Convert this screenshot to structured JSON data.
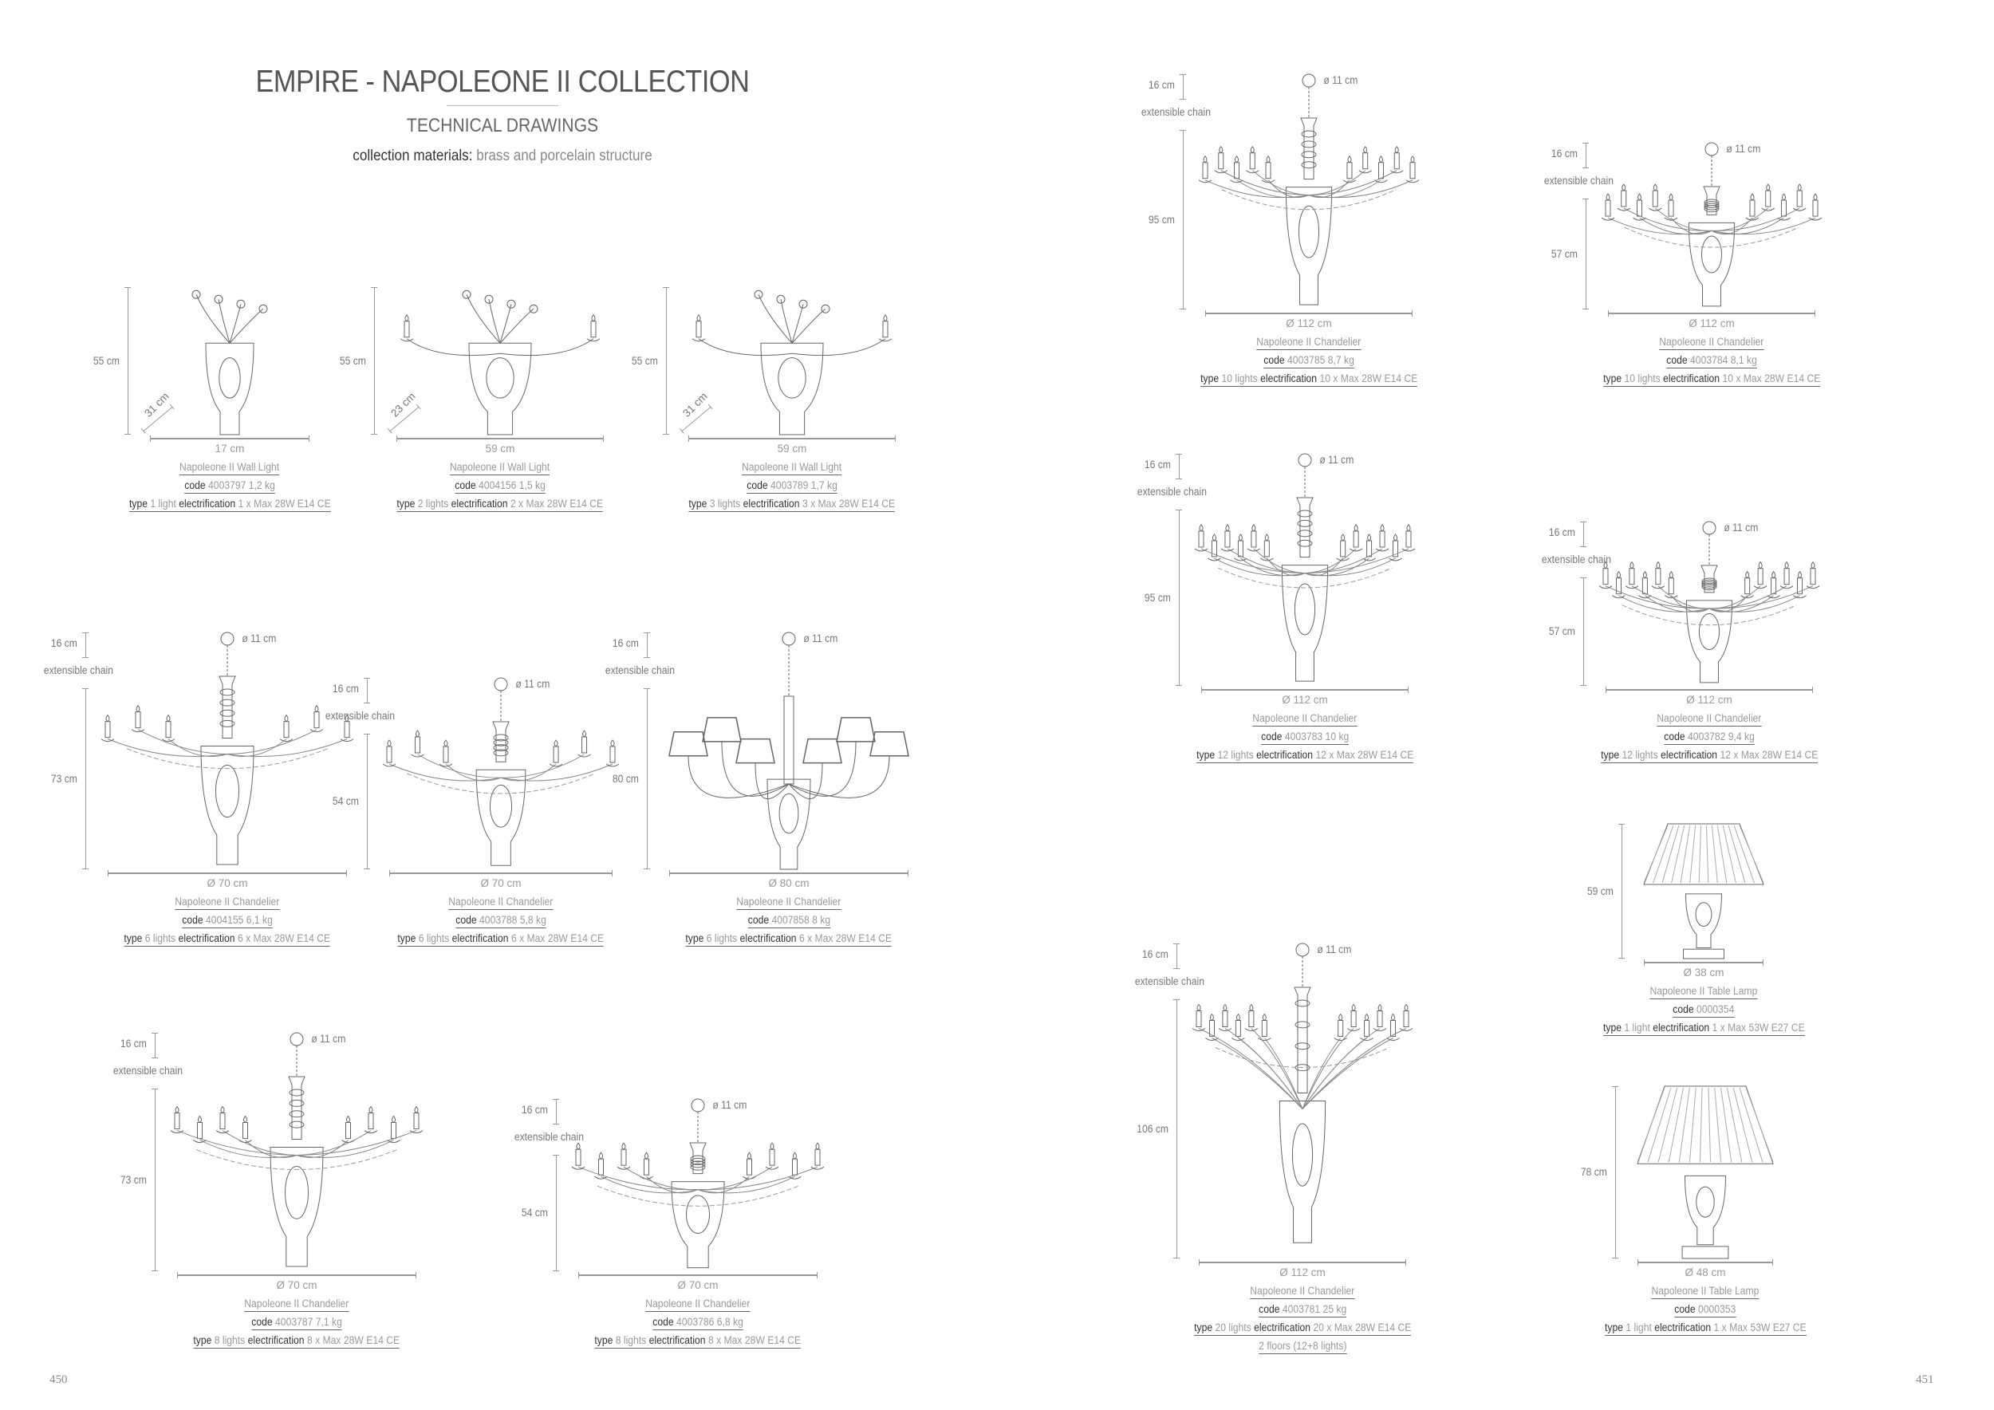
{
  "title": "EMPIRE - NAPOLEONE II COLLECTION",
  "subtitle": "TECHNICAL DRAWINGS",
  "materials": {
    "label": "collection materials:",
    "value": "brass and porcelain structure"
  },
  "labels": {
    "code": "code",
    "type": "type",
    "electrification": "electrification",
    "extensible_chain": "extensible chain"
  },
  "page_numbers": [
    "450",
    "451"
  ],
  "products": [
    {
      "name": "Napoleone II Wall Light",
      "code": "4003797",
      "weight": "1,2 kg",
      "type": "1 light",
      "electrification": "1 x Max 28W E14 CE",
      "height": "55 cm",
      "width": "17 cm",
      "depth": "31 cm"
    },
    {
      "name": "Napoleone II Wall Light",
      "code": "4004156",
      "weight": "1,5 kg",
      "type": "2 lights",
      "electrification": "2 x Max 28W E14 CE",
      "height": "55 cm",
      "width": "59 cm",
      "depth": "23 cm"
    },
    {
      "name": "Napoleone II Wall Light",
      "code": "4003789",
      "weight": "1,7 kg",
      "type": "3 lights",
      "electrification": "3 x Max 28W E14 CE",
      "height": "55 cm",
      "width": "59 cm",
      "depth": "31 cm"
    },
    {
      "name": "Napoleone II Chandelier",
      "code": "4004155",
      "weight": "6,1 kg",
      "type": "6 lights",
      "electrification": "6 x Max 28W E14 CE",
      "chain": "16 cm",
      "rose": "ø 11 cm",
      "height": "73 cm",
      "width": "Ø 70 cm"
    },
    {
      "name": "Napoleone II Chandelier",
      "code": "4003788",
      "weight": "5,8 kg",
      "type": "6 lights",
      "electrification": "6 x Max 28W E14 CE",
      "chain": "16 cm",
      "rose": "ø 11 cm",
      "height": "54 cm",
      "width": "Ø 70 cm"
    },
    {
      "name": "Napoleone II Chandelier",
      "code": "4007858",
      "weight": " 8 kg",
      "type": "6 lights",
      "electrification": "6 x Max 28W E14 CE",
      "chain": "16 cm",
      "rose": "ø 11 cm",
      "height": "80 cm",
      "width": "Ø 80 cm"
    },
    {
      "name": "Napoleone II Chandelier",
      "code": "4003787",
      "weight": "7,1 kg",
      "type": "8 lights",
      "electrification": "8 x Max 28W E14 CE",
      "chain": "16 cm",
      "rose": "ø 11 cm",
      "height": "73 cm",
      "width": "Ø 70 cm"
    },
    {
      "name": "Napoleone II Chandelier",
      "code": "4003786",
      "weight": "6,8 kg",
      "type": "8 lights",
      "electrification": "8 x Max 28W E14 CE",
      "chain": "16 cm",
      "rose": "ø 11 cm",
      "height": "54 cm",
      "width": "Ø 70 cm"
    },
    {
      "name": "Napoleone II Chandelier",
      "code": "4003785",
      "weight": "8,7 kg",
      "type": "10 lights",
      "electrification": "10 x Max 28W E14 CE",
      "chain": "16 cm",
      "rose": "ø 11 cm",
      "height": "95 cm",
      "width": "Ø 112 cm"
    },
    {
      "name": "Napoleone II Chandelier",
      "code": "4003784",
      "weight": "8,1 kg",
      "type": "10 lights",
      "electrification": "10 x Max 28W E14 CE",
      "chain": "16 cm",
      "rose": "ø 11 cm",
      "height": "57 cm",
      "width": "Ø 112 cm"
    },
    {
      "name": "Napoleone II Chandelier",
      "code": "4003783",
      "weight": "10 kg",
      "type": "12 lights",
      "electrification": "12 x Max 28W E14 CE",
      "chain": "16 cm",
      "rose": "ø 11 cm",
      "height": "95 cm",
      "width": "Ø 112 cm"
    },
    {
      "name": "Napoleone II Chandelier",
      "code": "4003782",
      "weight": "9,4 kg",
      "type": "12 lights",
      "electrification": "12 x Max 28W E14 CE",
      "chain": "16 cm",
      "rose": "ø 11 cm",
      "height": "57 cm",
      "width": "Ø 112 cm"
    },
    {
      "name": "Napoleone II Chandelier",
      "code": "4003781",
      "weight": "25 kg",
      "type": "20 lights",
      "electrification": "20 x Max 28W E14 CE",
      "chain": "16 cm",
      "rose": "ø 11 cm",
      "height": "106 cm",
      "width": "Ø 112 cm",
      "note": "2 floors (12+8 lights)"
    },
    {
      "name": "Napoleone II Table Lamp",
      "code": "0000354",
      "weight": "",
      "type": "1 light",
      "electrification": "1 x Max 53W E27 CE",
      "height": "59 cm",
      "width": "Ø 38 cm"
    },
    {
      "name": "Napoleone II Table Lamp",
      "code": "0000353",
      "weight": "",
      "type": "1 light",
      "electrification": "1 x Max 53W E27 CE",
      "height": "78 cm",
      "width": "Ø 48 cm"
    }
  ]
}
